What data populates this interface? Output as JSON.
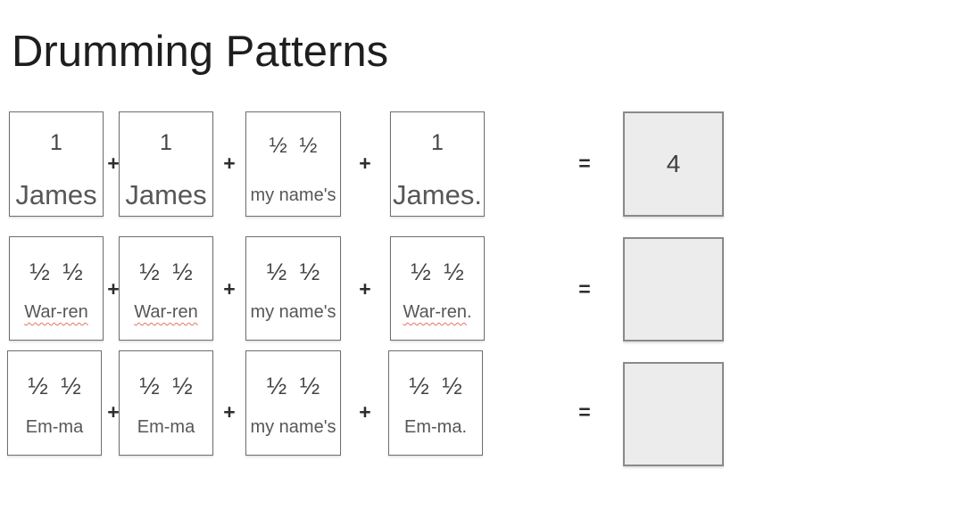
{
  "title": "Drumming Patterns",
  "colors": {
    "title_text": "#1e1e1e",
    "card_border": "#6e6e6e",
    "card_text": "#575757",
    "operator_text": "#2d2d2d",
    "answer_box_fill": "#ececec",
    "answer_box_border": "#8a8a8a",
    "misspell_underline": "#e0756a"
  },
  "rows": [
    {
      "name": "james-pattern",
      "operators": [
        "+",
        "+",
        "+",
        "="
      ],
      "boxes": [
        {
          "beats": "1",
          "lyric": "James",
          "suffix": "",
          "style": "large",
          "misspelled": false
        },
        {
          "beats": "1",
          "lyric": "James",
          "suffix": "",
          "style": "large",
          "misspelled": false
        },
        {
          "beats": "½ ½",
          "lyric": "my name's",
          "suffix": "",
          "style": "small",
          "misspelled": false
        },
        {
          "beats": "1",
          "lyric": "James",
          "suffix": ".",
          "style": "large",
          "misspelled": false
        }
      ],
      "answer": "4"
    },
    {
      "name": "warren-pattern",
      "operators": [
        "+",
        "+",
        "+",
        "="
      ],
      "boxes": [
        {
          "beats": "½ ½",
          "lyric": "War-ren",
          "suffix": "",
          "style": "small",
          "misspelled": true
        },
        {
          "beats": "½ ½",
          "lyric": "War-ren",
          "suffix": "",
          "style": "small",
          "misspelled": true
        },
        {
          "beats": "½ ½",
          "lyric": "my name's",
          "suffix": "",
          "style": "small",
          "misspelled": false
        },
        {
          "beats": "½ ½",
          "lyric": "War-ren",
          "suffix": ".",
          "style": "small",
          "misspelled": true
        }
      ],
      "answer": ""
    },
    {
      "name": "emma-pattern",
      "operators": [
        "+",
        "+",
        "+",
        "="
      ],
      "boxes": [
        {
          "beats": "½ ½",
          "lyric": "Em-ma",
          "suffix": "",
          "style": "small",
          "misspelled": false
        },
        {
          "beats": "½ ½",
          "lyric": "Em-ma",
          "suffix": "",
          "style": "small",
          "misspelled": false
        },
        {
          "beats": "½ ½",
          "lyric": "my name's",
          "suffix": "",
          "style": "small",
          "misspelled": false
        },
        {
          "beats": "½ ½",
          "lyric": "Em-ma",
          "suffix": ".",
          "style": "small",
          "misspelled": false
        }
      ],
      "answer": ""
    }
  ]
}
